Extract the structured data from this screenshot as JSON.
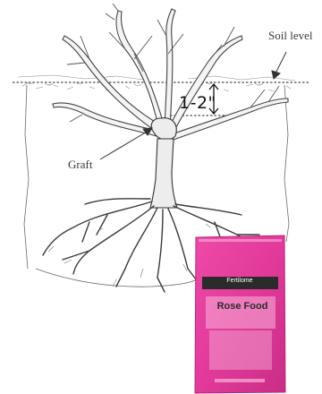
{
  "labels": {
    "soil_level": "Soil level",
    "graft": "Graft",
    "depth": "1-2\""
  },
  "product": {
    "brand": "Fertilome",
    "name": "Rose Food"
  },
  "colors": {
    "ink": "#3a3a3a",
    "bag_pink": "#e23a9a",
    "bag_pink_light": "#f7b3d8",
    "bag_dark": "#2b2b2b"
  }
}
